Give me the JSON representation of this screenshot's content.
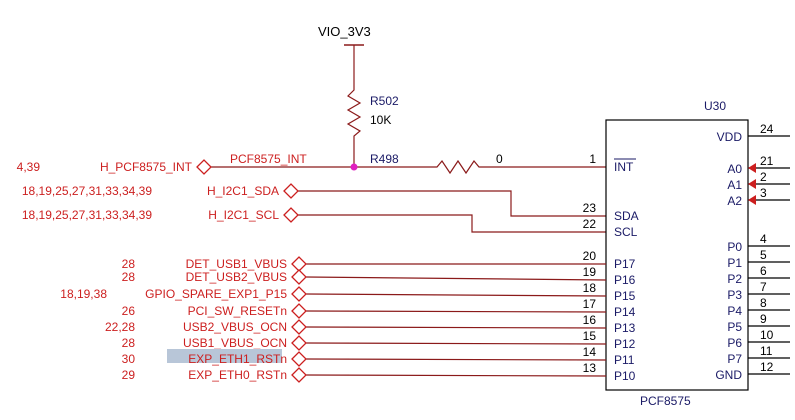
{
  "power": {
    "net": "VIO_3V3"
  },
  "resistors": [
    {
      "ref": "R502",
      "value": "10K"
    },
    {
      "ref": "R498",
      "value": "0"
    }
  ],
  "ic": {
    "ref": "U30",
    "part": "PCF8575",
    "left_pins": [
      {
        "name": "INT",
        "number": "1",
        "overbar": true
      },
      {
        "name": "SDA",
        "number": "23"
      },
      {
        "name": "SCL",
        "number": "22"
      },
      {
        "name": "P17",
        "number": "20"
      },
      {
        "name": "P16",
        "number": "19"
      },
      {
        "name": "P15",
        "number": "18"
      },
      {
        "name": "P14",
        "number": "17"
      },
      {
        "name": "P13",
        "number": "16"
      },
      {
        "name": "P12",
        "number": "15"
      },
      {
        "name": "P11",
        "number": "14"
      },
      {
        "name": "P10",
        "number": "13"
      }
    ],
    "right_pins": [
      {
        "name": "VDD",
        "number": "24"
      },
      {
        "name": "A0",
        "number": "21"
      },
      {
        "name": "A1",
        "number": "2"
      },
      {
        "name": "A2",
        "number": "3"
      },
      {
        "name": "P0",
        "number": "4"
      },
      {
        "name": "P1",
        "number": "5"
      },
      {
        "name": "P2",
        "number": "6"
      },
      {
        "name": "P3",
        "number": "7"
      },
      {
        "name": "P4",
        "number": "8"
      },
      {
        "name": "P5",
        "number": "9"
      },
      {
        "name": "P6",
        "number": "10"
      },
      {
        "name": "P7",
        "number": "11"
      },
      {
        "name": "GND",
        "number": "12"
      }
    ]
  },
  "local_net": "PCF8575_INT",
  "ports": [
    {
      "name": "H_PCF8575_INT",
      "refs": "4,39"
    },
    {
      "name": "H_I2C1_SDA",
      "refs": "18,19,25,27,31,33,34,39"
    },
    {
      "name": "H_I2C1_SCL",
      "refs": "18,19,25,27,31,33,34,39"
    },
    {
      "name": "DET_USB1_VBUS",
      "refs": "28"
    },
    {
      "name": "DET_USB2_VBUS",
      "refs": "28"
    },
    {
      "name": "GPIO_SPARE_EXP1_P15",
      "refs": "18,19,38"
    },
    {
      "name": "PCI_SW_RESETn",
      "refs": "26"
    },
    {
      "name": "USB2_VBUS_OCN",
      "refs": "22,28"
    },
    {
      "name": "USB1_VBUS_OCN",
      "refs": "28"
    },
    {
      "name": "EXP_ETH1_RSTn",
      "refs": "30",
      "highlighted": true
    },
    {
      "name": "EXP_ETH0_RSTn",
      "refs": "29"
    }
  ]
}
